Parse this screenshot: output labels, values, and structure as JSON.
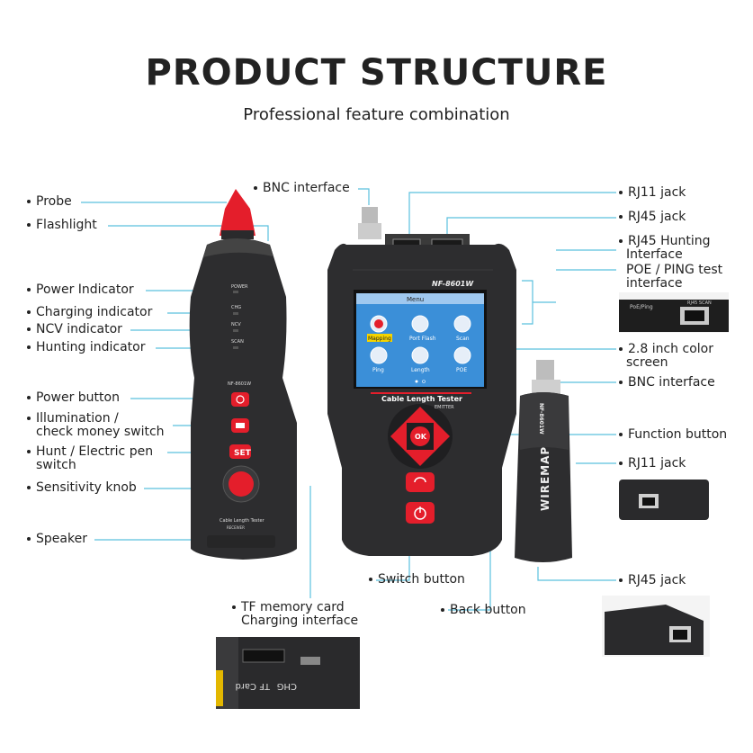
{
  "header": {
    "title": "PRODUCT STRUCTURE",
    "subtitle": "Professional feature combination"
  },
  "labels": {
    "probe": "Probe",
    "flashlight": "Flashlight",
    "power_indicator": "Power Indicator",
    "charging_indicator": "Charging indicator",
    "ncv_indicator": "NCV indicator",
    "hunting_indicator": "Hunting indicator",
    "power_button": "Power button",
    "illumination_line1": "Illumination /",
    "illumination_line2": "check money switch",
    "hunt_line1": "Hunt / Electric pen",
    "hunt_line2": "switch",
    "sensitivity_knob": "Sensitivity knob",
    "speaker": "Speaker",
    "bnc_interface_top": "BNC interface",
    "rj11_jack_top": "RJ11 jack",
    "rj45_jack_top": "RJ45 jack",
    "rj45_hunting_line1": "RJ45 Hunting",
    "rj45_hunting_line2": "Interface",
    "poe_line1": "POE / PING test",
    "poe_line2": "interface",
    "screen_line1": "2.8 inch color",
    "screen_line2": "screen",
    "bnc_interface_right": "BNC interface",
    "function_button": "Function button",
    "rj11_jack_right": "RJ11 jack",
    "rj45_jack_bottom": "RJ45 jack",
    "switch_button": "Switch button",
    "back_button": "Back button",
    "tf_line1": "TF memory card",
    "tf_line2": "Charging interface"
  },
  "probe_device": {
    "power": "POWER",
    "chg": "CHG",
    "ncv": "NCV",
    "scan": "SCAN",
    "model": "NF-8601W",
    "set": "SET",
    "brand": "Cable Length Tester",
    "type": "RECEIVER"
  },
  "main_device": {
    "model": "NF-8601W",
    "menu": "Menu",
    "screen_items": [
      "Mapping",
      "Port Flash",
      "Scan",
      "Ping",
      "Length",
      "POE"
    ],
    "brand": "Cable Length Tester",
    "type": "EMITTER",
    "ok": "OK",
    "port_poe": "PoE/Ping",
    "port_rj45": "RJ45 SCAN"
  },
  "remote_device": {
    "model": "NF-8601W",
    "name": "WIREMAP"
  },
  "tf_photo": {
    "chg": "CHG",
    "tf": "TF Card"
  },
  "colors": {
    "accent_red": "#e41e2b",
    "line_blue": "#5bc0de",
    "device_body": "#2d2d2f",
    "screen_blue": "#3b8fd8"
  }
}
